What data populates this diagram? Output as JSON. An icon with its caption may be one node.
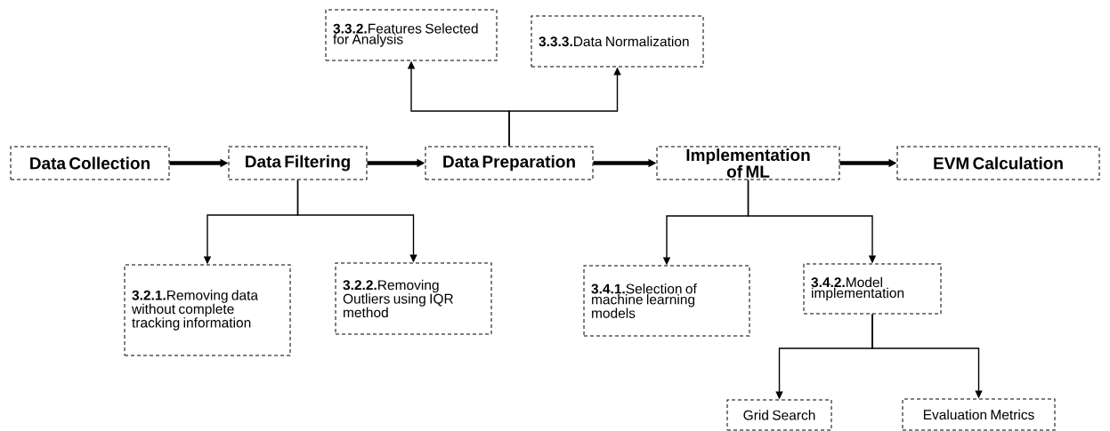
{
  "diagram": {
    "nodes": [
      {
        "text": [
          "Data Collection"
        ]
      },
      {
        "text": [
          "Data Filtering"
        ]
      },
      {
        "text": [
          "Data Preparation"
        ]
      },
      {
        "text": [
          "Implementation of ML"
        ]
      },
      {
        "text": [
          "EVM Calculation"
        ]
      },
      {
        "text": [
          "**3.3.2.**Features Selected for Analysis"
        ]
      },
      {
        "text": [
          "**3.3.3.**Data Normalization"
        ]
      },
      {
        "text": [
          "**3.2.1.**Removing data without complete tracking information"
        ]
      },
      {
        "text": [
          "**3.2.2.**Removing Outliers using IQR method"
        ]
      },
      {
        "text": [
          "**3.4.1.**Selection of machine learning models"
        ]
      },
      {
        "text": [
          "**3.4.2.**Model implementation"
        ]
      },
      {
        "text": [
          "Grid Search"
        ]
      },
      {
        "text": [
          "Evaluation Metrics"
        ]
      }
    ],
    "edges": [
      {
        "from": 0,
        "to": 1,
        "arrow": "to",
        "style": "thick"
      },
      {
        "from": 1,
        "to": 2,
        "arrow": "to",
        "style": "thick"
      },
      {
        "from": 2,
        "to": 3,
        "arrow": "to",
        "style": "thick"
      },
      {
        "from": 3,
        "to": 4,
        "arrow": "to",
        "style": "thick"
      },
      {
        "from": 2,
        "to": 5,
        "arrow": "to"
      },
      {
        "from": 2,
        "to": 6,
        "arrow": "to"
      },
      {
        "from": 1,
        "to": 7,
        "arrow": "to"
      },
      {
        "from": 1,
        "to": 8,
        "arrow": "to"
      },
      {
        "from": 3,
        "to": 9,
        "arrow": "to"
      },
      {
        "from": 3,
        "to": 10,
        "arrow": "to"
      },
      {
        "from": 10,
        "to": 11,
        "arrow": "to"
      },
      {
        "from": 10,
        "to": 12,
        "arrow": "to"
      }
    ]
  }
}
